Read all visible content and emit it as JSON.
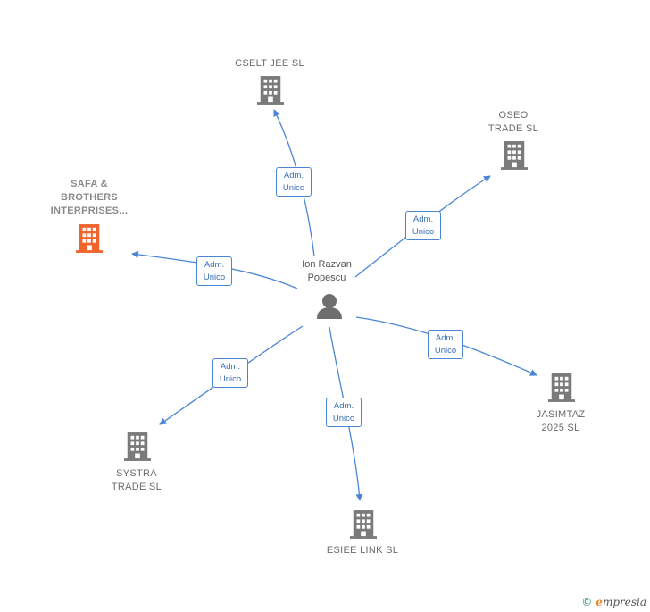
{
  "center": {
    "name_line1": "Ion Razvan",
    "name_line2": "Popescu",
    "icon": "person-icon"
  },
  "companies": [
    {
      "key": "cselt",
      "name": "CSELT JEE  SL",
      "icon": "building-icon",
      "highlight": false
    },
    {
      "key": "oseo",
      "name": "OSEO\nTRADE  SL",
      "icon": "building-icon",
      "highlight": false
    },
    {
      "key": "safa",
      "name": "SAFA &\nBROTHERS\nINTERPRISES...",
      "icon": "building-icon",
      "highlight": true
    },
    {
      "key": "jasimtaz",
      "name": "JASIMTAZ\n2025  SL",
      "icon": "building-icon",
      "highlight": false
    },
    {
      "key": "systra",
      "name": "SYSTRA\nTRADE  SL",
      "icon": "building-icon",
      "highlight": false
    },
    {
      "key": "esiee",
      "name": "ESIEE LINK  SL",
      "icon": "building-icon",
      "highlight": false
    }
  ],
  "edges": [
    {
      "to": "cselt",
      "line1": "Adm.",
      "line2": "Unico"
    },
    {
      "to": "oseo",
      "line1": "Adm.",
      "line2": "Unico"
    },
    {
      "to": "safa",
      "line1": "Adm.",
      "line2": "Unico"
    },
    {
      "to": "jasimtaz",
      "line1": "Adm.",
      "line2": "Unico"
    },
    {
      "to": "systra",
      "line1": "Adm.",
      "line2": "Unico"
    },
    {
      "to": "esiee",
      "line1": "Adm.",
      "line2": "Unico"
    }
  ],
  "colors": {
    "edge": "#4a86d4",
    "building": "#7a7a7a",
    "building_highlight": "#f0642e",
    "person": "#6e6e6e"
  },
  "footer": {
    "copyright": "©",
    "brand_e": "e",
    "brand_rest": "mpresia"
  }
}
